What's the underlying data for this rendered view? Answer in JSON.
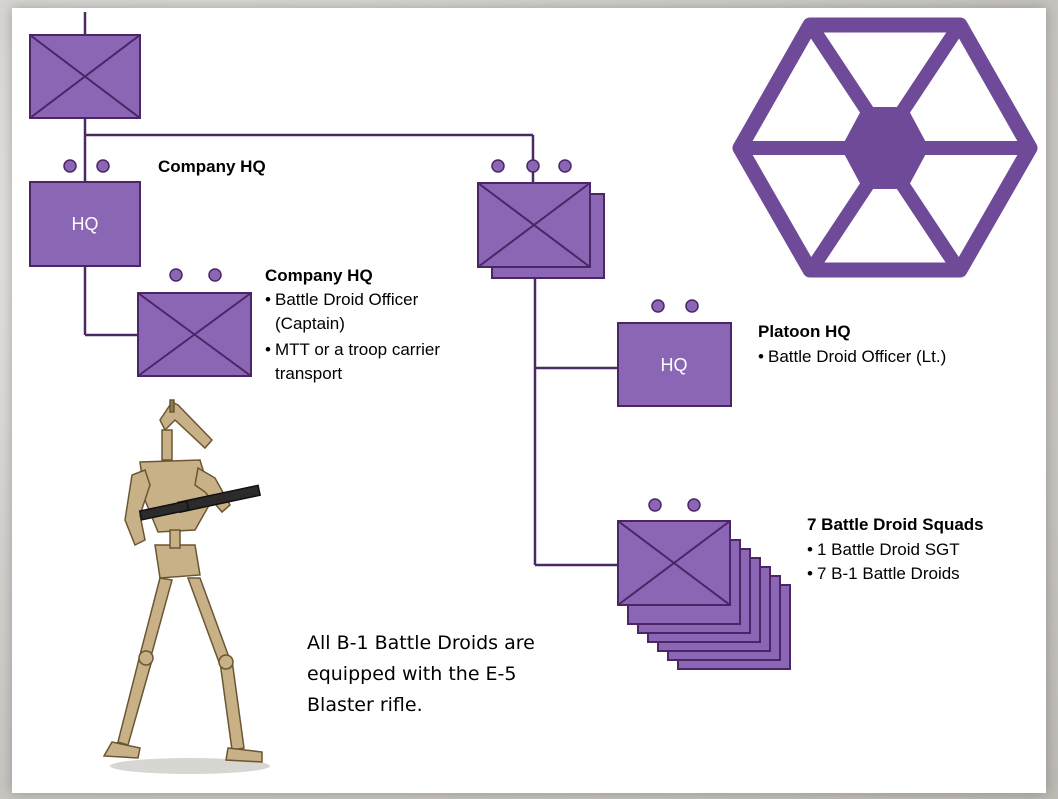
{
  "colors": {
    "unit_fill": "#8b66b4",
    "unit_stroke": "#4b2566",
    "line": "#4a2a63",
    "emblem": "#6f4a98"
  },
  "labels": {
    "company_hq_top": "Company HQ",
    "hq_box_1": "HQ",
    "hq_box_2": "HQ"
  },
  "company_hq": {
    "title": "Company HQ",
    "items": [
      "Battle Droid Officer",
      "(Captain)",
      "MTT or a troop carrier",
      "transport"
    ]
  },
  "platoon_hq": {
    "title": "Platoon HQ",
    "items": [
      "Battle Droid Officer (Lt.)"
    ]
  },
  "squads": {
    "title": "7 Battle Droid Squads",
    "items": [
      "1 Battle Droid SGT",
      "7 B-1 Battle Droids"
    ]
  },
  "note": [
    "All B-1 Battle Droids are",
    "equipped with the E-5",
    "Blaster rifle."
  ],
  "icons": [
    "unit-symbol-icon",
    "separatist-emblem-icon",
    "battle-droid-figure"
  ]
}
